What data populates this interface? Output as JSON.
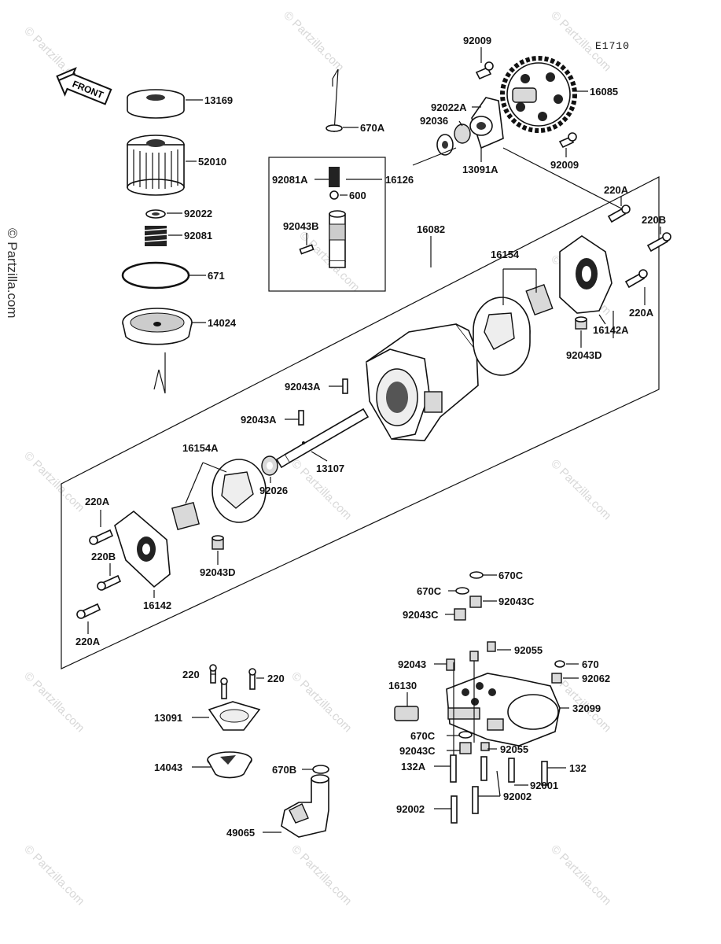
{
  "diagram_code": "E1710",
  "front_label": "FRONT",
  "watermark": "© Partzilla.com",
  "labels": {
    "l13169": "13169",
    "l52010": "52010",
    "l92022": "92022",
    "l92081": "92081",
    "l671": "671",
    "l14024": "14024",
    "l670A": "670A",
    "l92081A": "92081A",
    "l600": "600",
    "l16126": "16126",
    "l92043B": "92043B",
    "l92009a": "92009",
    "l92022A": "92022A",
    "l92036": "92036",
    "l16085": "16085",
    "l13091A": "13091A",
    "l92009b": "92009",
    "l16082": "16082",
    "l16154": "16154",
    "l220Aa": "220A",
    "l220Ba": "220B",
    "l220Ab": "220A",
    "l16142A": "16142A",
    "l92043Da": "92043D",
    "l92043Aa": "92043A",
    "l92043Ab": "92043A",
    "l13107": "13107",
    "l92026": "92026",
    "l16154A": "16154A",
    "l220Ac": "220A",
    "l220Bb": "220B",
    "l16142": "16142",
    "l92043Db": "92043D",
    "l220Ad": "220A",
    "l670Ca": "670C",
    "l670Cb": "670C",
    "l92043Ca": "92043C",
    "l92043Cb": "92043C",
    "l92043": "92043",
    "l92055a": "92055",
    "l670": "670",
    "l92062": "92062",
    "l16130": "16130",
    "l32099": "32099",
    "l670Cc": "670C",
    "l92043Cc": "92043C",
    "l92055b": "92055",
    "l132A": "132A",
    "l132": "132",
    "l92001": "92001",
    "l92002a": "92002",
    "l92002b": "92002",
    "l220a": "220",
    "l220b": "220",
    "l13091": "13091",
    "l14043": "14043",
    "l670B": "670B",
    "l49065": "49065"
  }
}
